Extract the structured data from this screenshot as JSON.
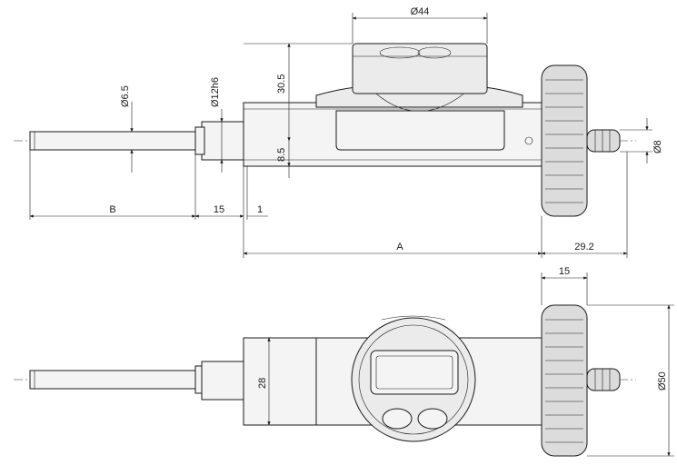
{
  "dimensions": {
    "d44": "Ø44",
    "d6_5": "Ø6.5",
    "d12h6": "Ø12h6",
    "h30_5": "30.5",
    "h8_5": "8.5",
    "d8": "Ø8",
    "B": "B",
    "l15_top": "15",
    "l1": "1",
    "A": "A",
    "l29_2": "29.2",
    "l15_bottom": "15",
    "h28": "28",
    "d50": "Ø50"
  },
  "colors": {
    "line": "#1a1a1a",
    "body_fill": "#f4f4f4",
    "display_fill": "#8a8a8a"
  }
}
